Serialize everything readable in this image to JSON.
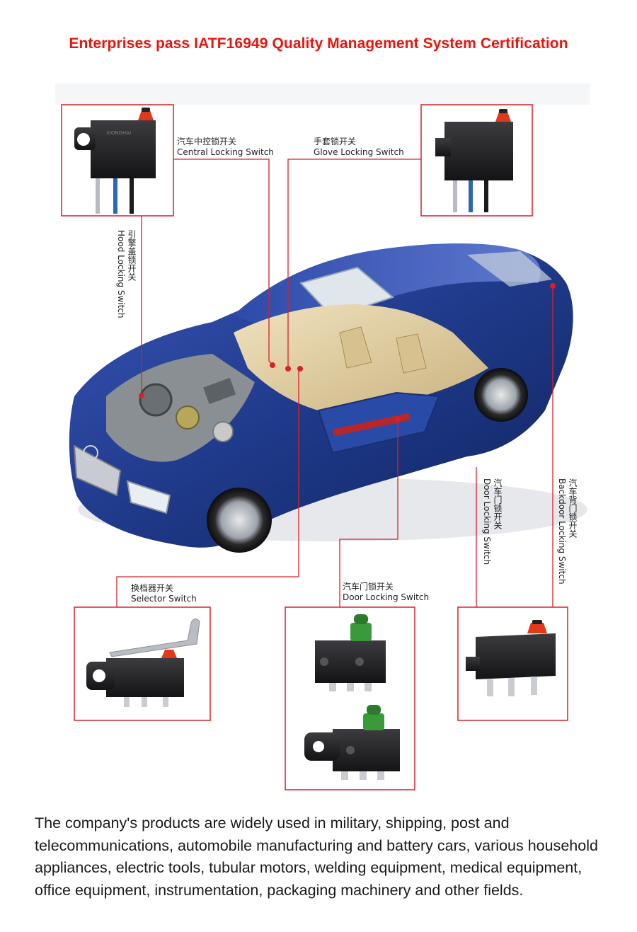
{
  "title": "Enterprises pass IATF16949 Quality Management System Certification",
  "labels": {
    "central": {
      "cn": "汽车中控锁开关",
      "en": "Central Locking Switch"
    },
    "glove": {
      "cn": "手套锁开关",
      "en": "Glove Locking Switch"
    },
    "hood": {
      "cn": "引擎盖锁开关",
      "en": "Hood Locking Switch"
    },
    "door_side": {
      "cn": "汽车门锁开关",
      "en": "Door Locking Switch"
    },
    "backdoor": {
      "cn": "汽车背门锁开关",
      "en": "Backdoor Locking Switch"
    },
    "selector": {
      "cn": "换档器开关",
      "en": "Selector Switch"
    },
    "door_bottom": {
      "cn": "汽车门锁开关",
      "en": "Door Locking Switch"
    }
  },
  "switch_brand": "XIONGHAI",
  "colors": {
    "title_red": "#e8140e",
    "frame_red": "#d9202a",
    "car_blue": "#1f3a8a",
    "actuator_red": "#e03a1a",
    "actuator_green": "#3a9a3a"
  },
  "description": "The company's products are widely used in military, shipping, post and telecommunications, automobile manufacturing and battery cars, various household appliances, electric tools, tubular motors, welding equipment, medical equipment, office equipment, instrumentation, packaging machinery and other fields."
}
